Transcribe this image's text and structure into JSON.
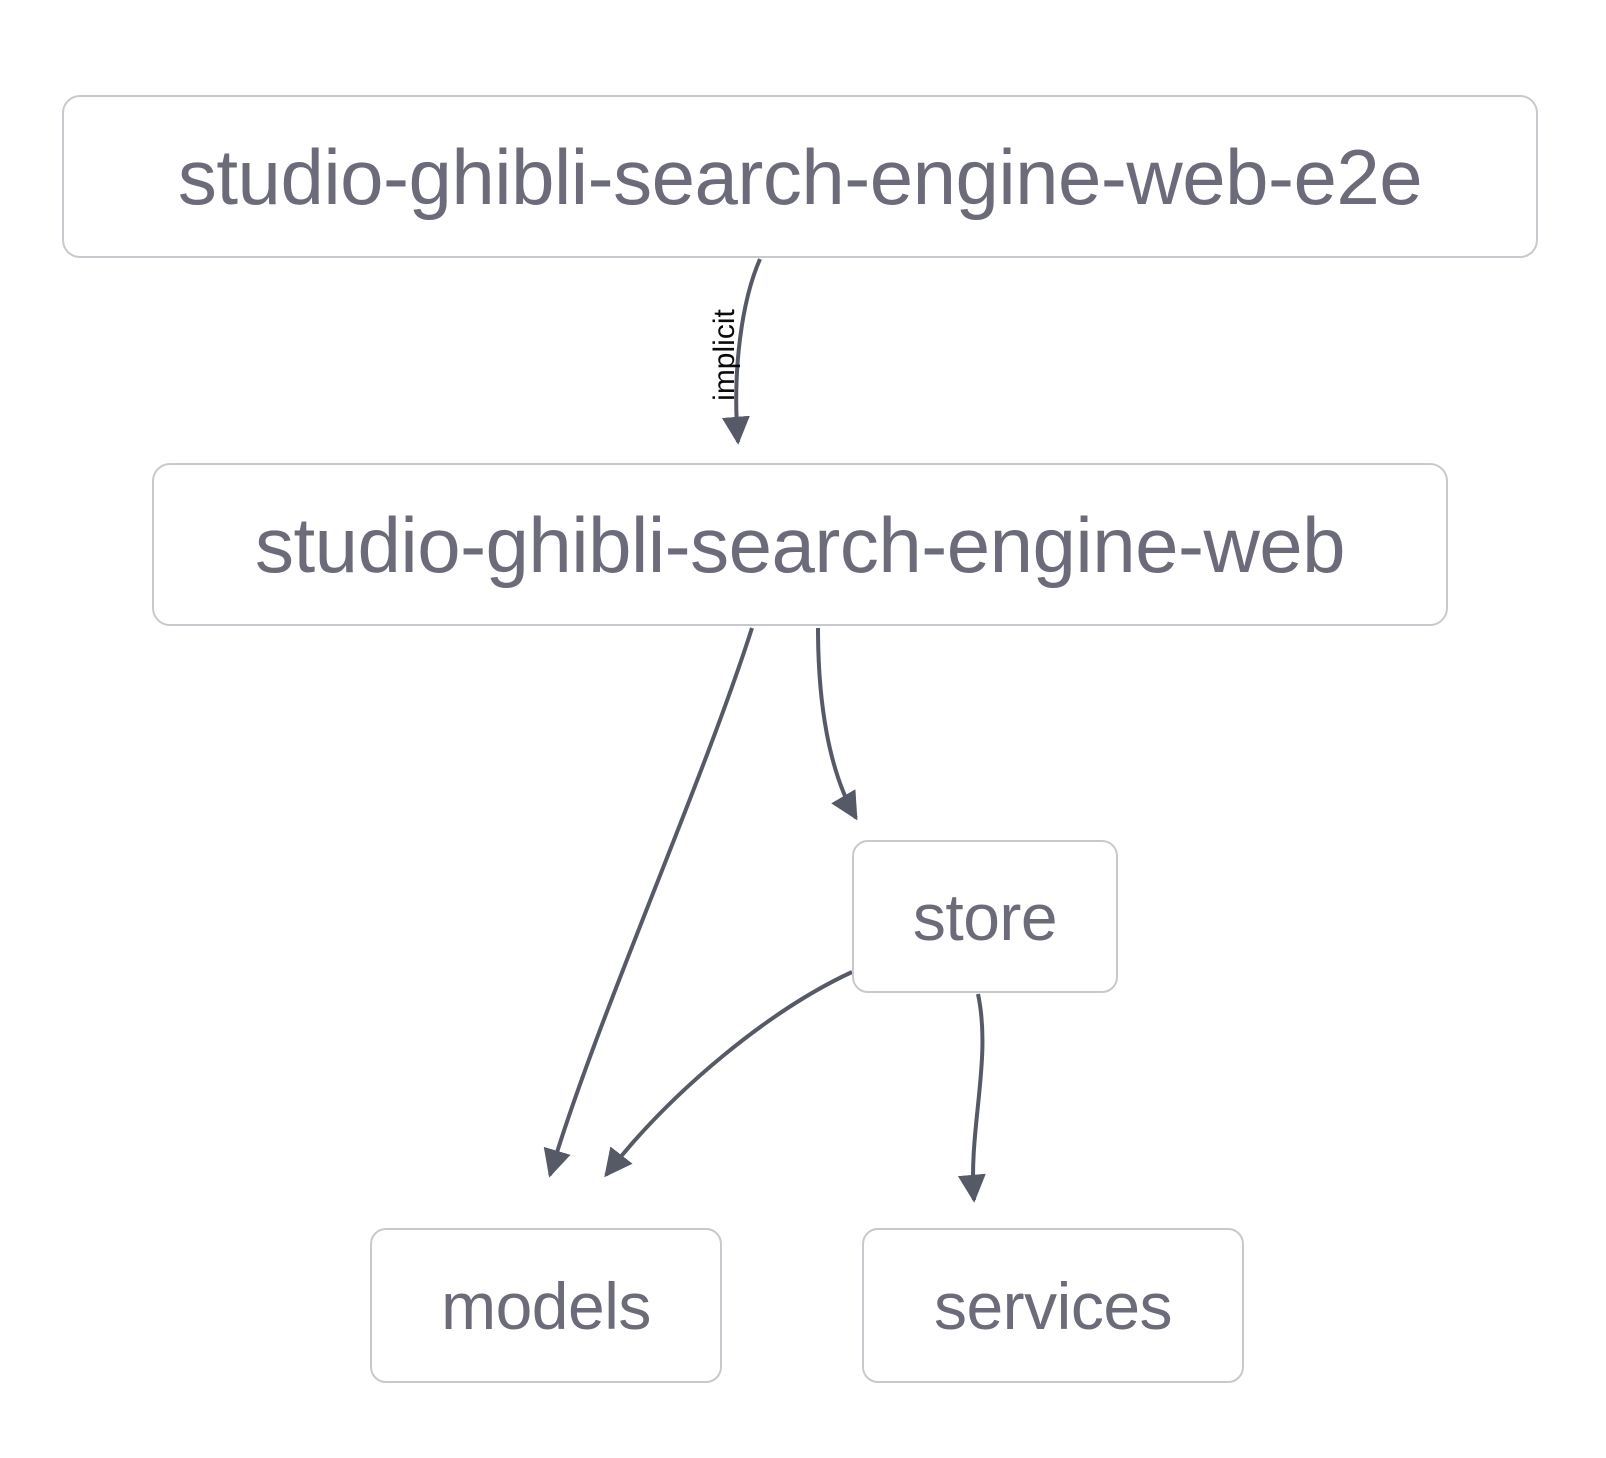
{
  "diagram": {
    "type": "directed-dependency-graph",
    "title": "studio-ghibli-search-engine-web dependency graph",
    "background_color": "#ffffff",
    "node_border_color": "#c8c8cf",
    "node_fill_color": "#ffffff",
    "node_text_color": "#6b6b7a",
    "edge_color": "#565a66",
    "edge_label_color": "#0a0a0a",
    "nodes": [
      {
        "id": "studio-ghibli-search-engine-web-e2e",
        "label": "studio-ghibli-search-engine-web-e2e"
      },
      {
        "id": "studio-ghibli-search-engine-web",
        "label": "studio-ghibli-search-engine-web"
      },
      {
        "id": "store",
        "label": "store"
      },
      {
        "id": "models",
        "label": "models"
      },
      {
        "id": "services",
        "label": "services"
      }
    ],
    "edges": [
      {
        "from": "studio-ghibli-search-engine-web-e2e",
        "to": "studio-ghibli-search-engine-web",
        "label": "implicit"
      },
      {
        "from": "studio-ghibli-search-engine-web",
        "to": "models",
        "label": ""
      },
      {
        "from": "studio-ghibli-search-engine-web",
        "to": "store",
        "label": ""
      },
      {
        "from": "store",
        "to": "models",
        "label": ""
      },
      {
        "from": "store",
        "to": "services",
        "label": ""
      }
    ]
  }
}
